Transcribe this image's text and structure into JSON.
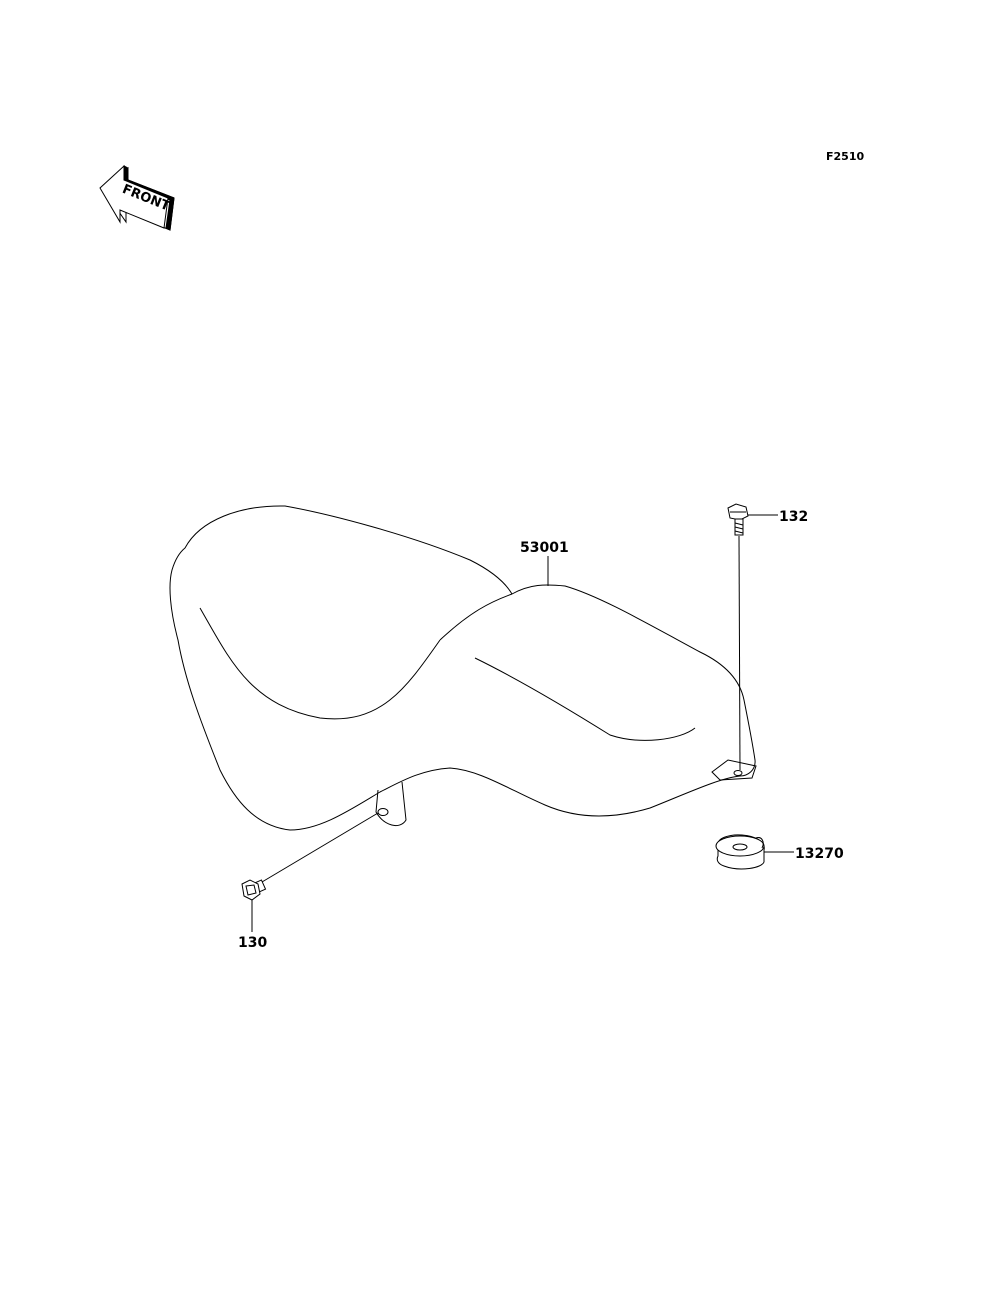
{
  "figure_code": "F2510",
  "front_arrow": {
    "text": "FRONT",
    "icon": "front-direction-arrow-icon"
  },
  "parts": [
    {
      "id": "seat",
      "number": "53001",
      "description_icon": "seat-icon"
    },
    {
      "id": "bolt-top",
      "number": "132",
      "description_icon": "bolt-icon"
    },
    {
      "id": "bolt-bottom",
      "number": "130",
      "description_icon": "flange-bolt-icon"
    },
    {
      "id": "damper",
      "number": "13270",
      "description_icon": "seat-damper-icon"
    }
  ],
  "colors": {
    "line": "#000000",
    "background": "#ffffff"
  }
}
